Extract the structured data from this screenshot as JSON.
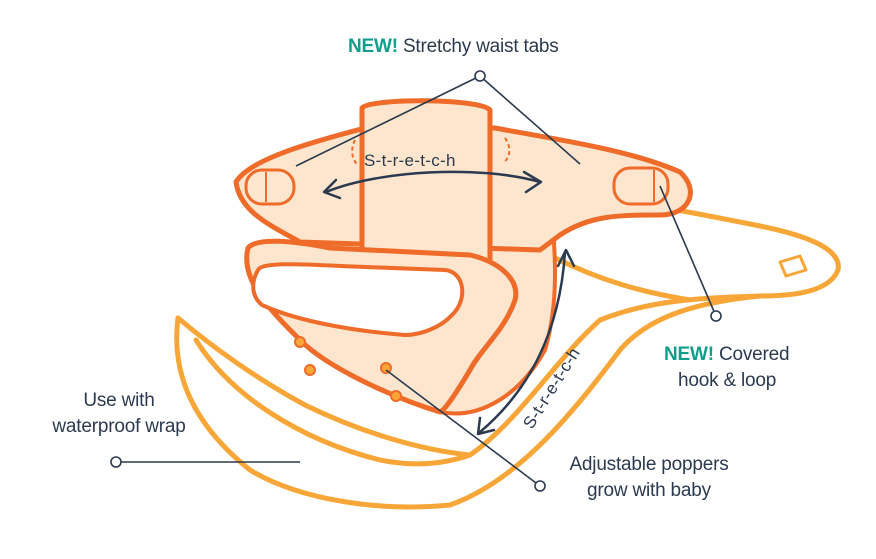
{
  "labels": {
    "waist_tabs": {
      "highlight": "NEW!",
      "text": "Stretchy waist tabs"
    },
    "covered_hook": {
      "highlight": "NEW!",
      "line1": "Covered",
      "line2": "hook & loop"
    },
    "wrap": {
      "line1": "Use with",
      "line2": "waterproof wrap"
    },
    "poppers": {
      "line1": "Adjustable poppers",
      "line2": "grow with baby"
    },
    "stretch_top": "S-t-r-e-t-c-h",
    "stretch_side": "S-t-r-e-t-c-h"
  },
  "colors": {
    "orange_dark": "#ee6b2a",
    "orange_light": "#f7a637",
    "fill_peach": "#fde6cd",
    "text_navy": "#2b3a4f",
    "accent_teal": "#129e8c"
  }
}
